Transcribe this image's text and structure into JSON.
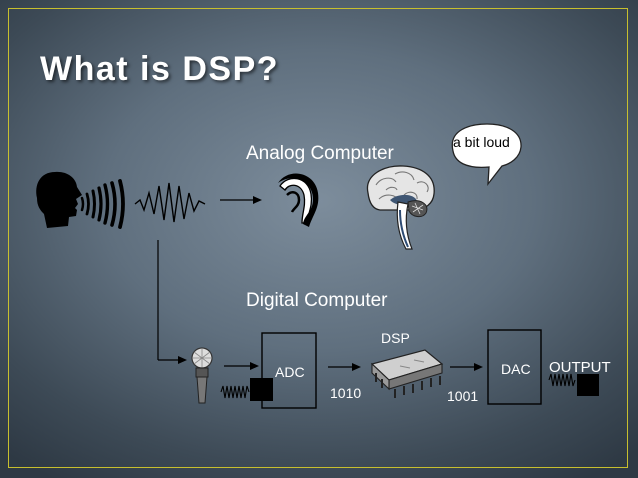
{
  "slide": {
    "title": "What is DSP?",
    "analog_label": "Analog Computer",
    "digital_label": "Digital Computer",
    "speech_bubble": "a bit loud",
    "adc_label": "ADC",
    "dsp_label": "DSP",
    "dac_label": "DAC",
    "output_label": "OUTPUT",
    "code_in": "1010",
    "code_out": "1001"
  },
  "colors": {
    "frame": "#c7bf2e",
    "title": "#ffffff",
    "lines": "#000000",
    "box_fill": "#7a8794"
  },
  "icons": [
    "speaking-head-icon",
    "ear-icon",
    "brain-icon",
    "microphone-icon",
    "chip-icon",
    "speaker-icon"
  ]
}
